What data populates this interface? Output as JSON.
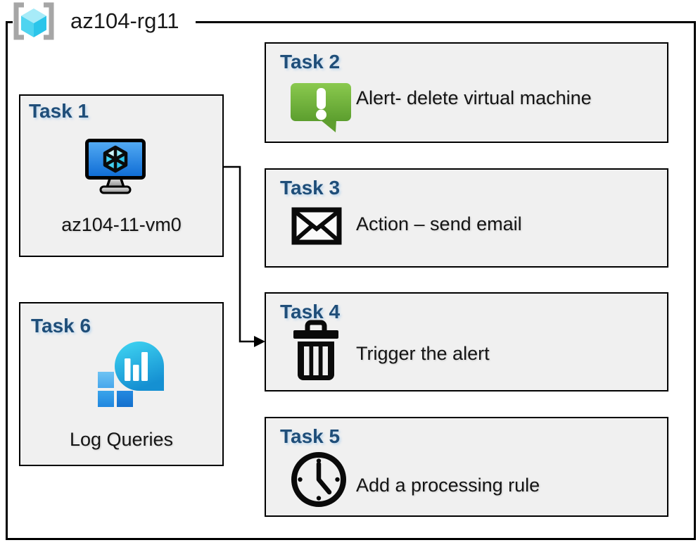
{
  "resource_group": {
    "label": "az104-rg11",
    "icon": "resource-group-icon"
  },
  "tasks": [
    {
      "title": "Task 1",
      "label": "az104-11-vm0",
      "icon": "virtual-machine-icon"
    },
    {
      "title": "Task 2",
      "label": "Alert- delete virtual machine",
      "icon": "alert-message-icon"
    },
    {
      "title": "Task 3",
      "label": "Action – send email",
      "icon": "email-envelope-icon"
    },
    {
      "title": "Task 4",
      "label": "Trigger the alert",
      "icon": "trash-delete-icon"
    },
    {
      "title": "Task 5",
      "label": "Add a processing rule",
      "icon": "clock-icon"
    },
    {
      "title": "Task 6",
      "label": "Log Queries",
      "icon": "log-analytics-icon"
    }
  ],
  "connector": {
    "from": "Task 1 virtual machine",
    "to": "Task 4"
  },
  "colors": {
    "task_title_blue": "#1f4e79",
    "box_fill": "#f0f0f0",
    "box_border": "#000000",
    "alert_green": "#76c043",
    "vm_screen_blue": "#1e7de0",
    "cube_cyan": "#45d0ee",
    "log_teal": "#29c6ec",
    "log_blue": "#2288df",
    "bracket_gray": "#a6a6a6"
  }
}
